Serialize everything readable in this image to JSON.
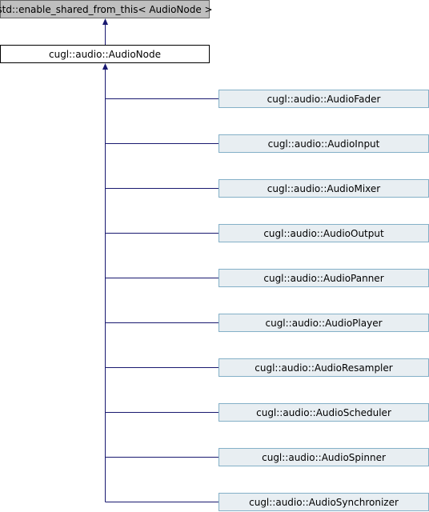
{
  "diagram": {
    "base_class": "std::enable_shared_from_this< AudioNode >",
    "class": "cugl::audio::AudioNode",
    "derived_classes": [
      "cugl::audio::AudioFader",
      "cugl::audio::AudioInput",
      "cugl::audio::AudioMixer",
      "cugl::audio::AudioOutput",
      "cugl::audio::AudioPanner",
      "cugl::audio::AudioPlayer",
      "cugl::audio::AudioResampler",
      "cugl::audio::AudioScheduler",
      "cugl::audio::AudioSpinner",
      "cugl::audio::AudioSynchronizer"
    ]
  },
  "colors": {
    "edge": "#191970",
    "base_fill": "#bfbfbf",
    "child_fill": "#e8eef2",
    "child_border": "#84b0c7"
  }
}
